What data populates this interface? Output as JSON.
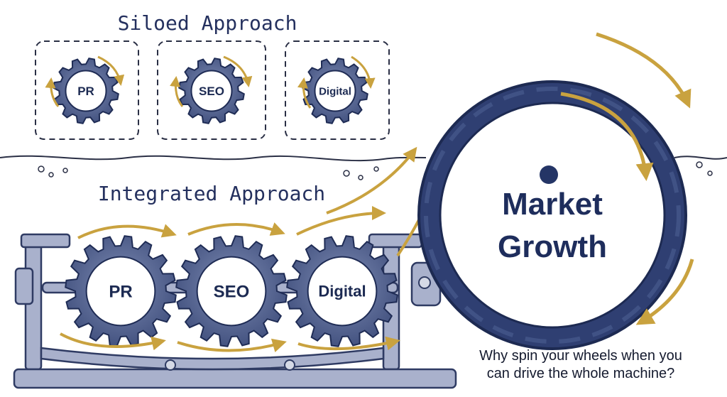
{
  "siloed": {
    "title": "Siloed Approach",
    "gears": [
      "PR",
      "SEO",
      "Digital"
    ]
  },
  "integrated": {
    "title": "Integrated Approach",
    "gears": [
      "PR",
      "SEO",
      "Digital"
    ]
  },
  "wheel": {
    "line1": "Market",
    "line2": "Growth"
  },
  "tagline": {
    "line1": "Why spin your wheels when you",
    "line2": "can drive the whole machine?"
  },
  "colors": {
    "navy": "#243566",
    "gear": "#4a5a86",
    "gold": "#c9a23f",
    "steel": "#8791b0"
  }
}
